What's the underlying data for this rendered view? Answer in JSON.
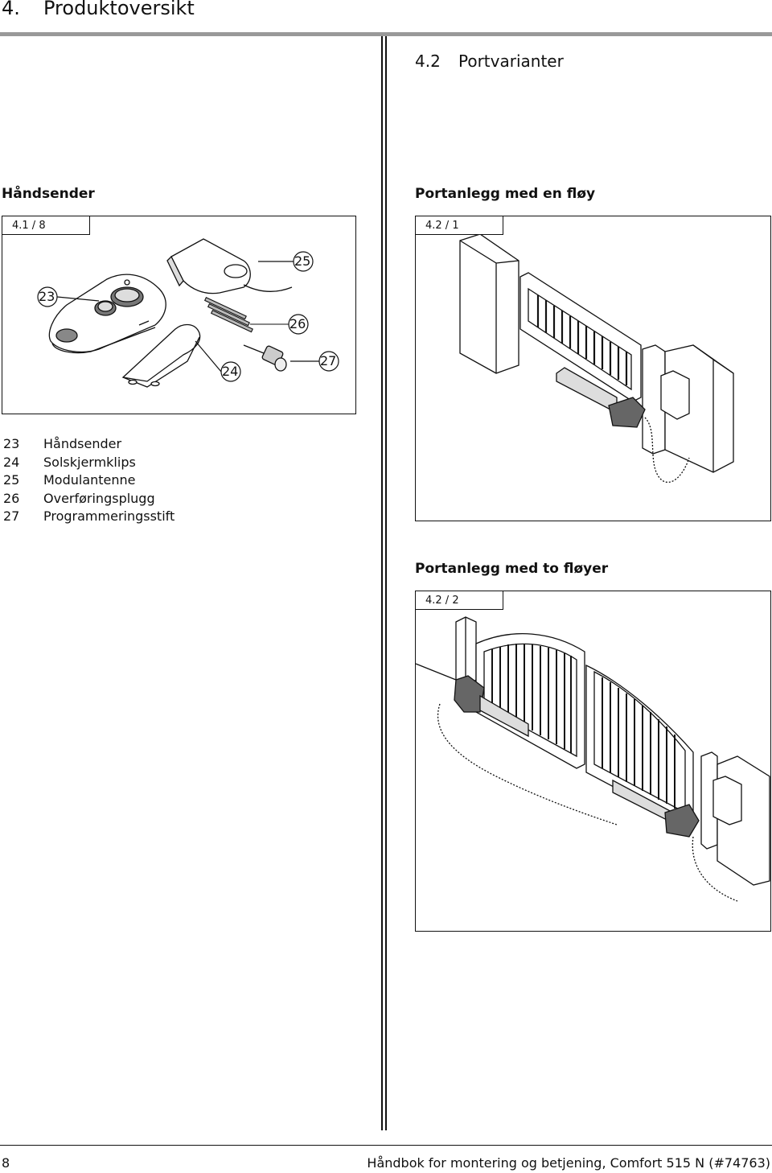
{
  "chapter": {
    "number": "4.",
    "title": "Produktoversikt"
  },
  "section": {
    "number": "4.2",
    "title": "Portvarianter"
  },
  "left": {
    "heading": "Håndsender",
    "figure_label": "4.1 / 8",
    "callouts": [
      "23",
      "24",
      "25",
      "26",
      "27"
    ],
    "legend": [
      {
        "num": "23",
        "text": "Håndsender"
      },
      {
        "num": "24",
        "text": "Solskjermklips"
      },
      {
        "num": "25",
        "text": "Modulantenne"
      },
      {
        "num": "26",
        "text": "Overføringsplugg"
      },
      {
        "num": "27",
        "text": "Programmeringsstift"
      }
    ]
  },
  "right": {
    "figure1": {
      "heading": "Portanlegg med en fløy",
      "label": "4.2 / 1"
    },
    "figure2": {
      "heading": "Portanlegg med to fløyer",
      "label": "4.2 / 2"
    }
  },
  "footer": {
    "page_number": "8",
    "text": "Håndbok for montering og betjening, Comfort 515 N (#74763)"
  }
}
